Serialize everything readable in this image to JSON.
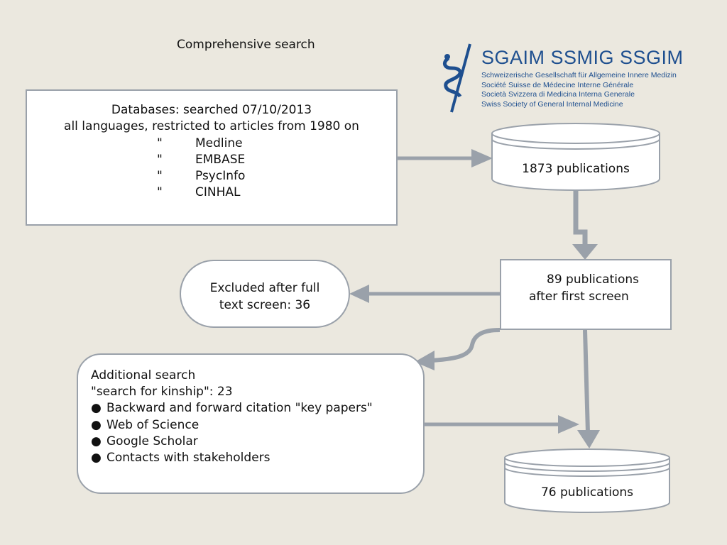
{
  "title": "Comprehensive search",
  "logo": {
    "main": "SGAIM  SSMIG  SSGIM",
    "lines": [
      "Schweizerische Gesellschaft für Allgemeine Innere Medizin",
      "Société Suisse de Médecine Interne Générale",
      "Società Svizzera di Medicina Interna Generale",
      "Swiss Society of General Internal Medicine"
    ]
  },
  "databases_box": {
    "line1": "Databases:  searched 07/10/2013",
    "line2": "all languages, restricted to articles from 1980 on",
    "ditto": "\"",
    "sources": [
      "Medline",
      "EMBASE",
      "PsycInfo",
      "CINHAL"
    ]
  },
  "node_1873": "1873 publications",
  "node_89": {
    "line1": "89 publications",
    "line2": "after first screen"
  },
  "excluded": {
    "line1": "Excluded after full",
    "line2": "text screen: 36"
  },
  "additional": {
    "line1": "Additional search",
    "line2": "\"search for kinship\": 23",
    "bullet_glyph": "●",
    "bullets": [
      "Backward and forward citation \"key papers\"",
      "Web of Science",
      "Google Scholar",
      "Contacts with stakeholders"
    ]
  },
  "node_76": "76 publications",
  "colors": {
    "arrow": "#9aa1aa",
    "border": "#9aa1aa",
    "logo": "#1e4f8f",
    "background": "#ebe8df"
  }
}
